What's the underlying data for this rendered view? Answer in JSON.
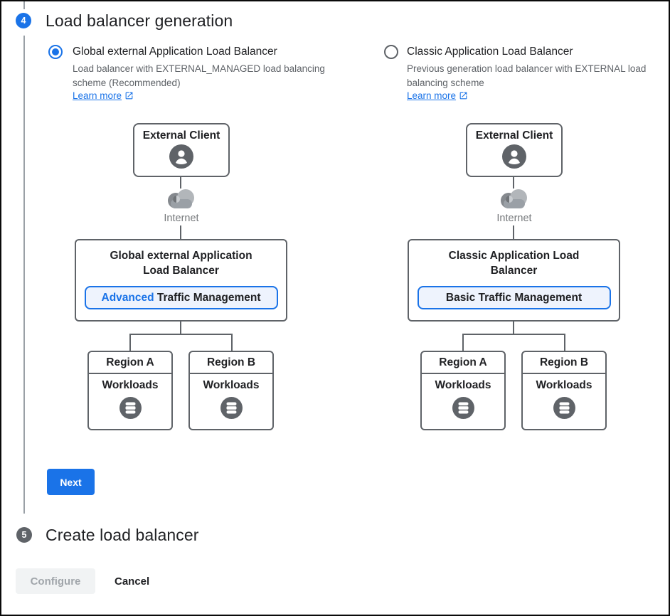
{
  "step4": {
    "number": "4",
    "title": "Load balancer generation"
  },
  "step5": {
    "number": "5",
    "title": "Create load balancer"
  },
  "options": [
    {
      "label": "Global external Application Load Balancer",
      "description": "Load balancer with EXTERNAL_MANAGED load balancing scheme (Recommended)",
      "learn_more_label": "Learn more",
      "state": "selected",
      "diagram": {
        "client_label": "External Client",
        "internet_label": "Internet",
        "lb_title": "Global external Application Load Balancer",
        "traffic_highlight": "Advanced",
        "traffic_rest": " Traffic Management",
        "region_a": "Region A",
        "region_b": "Region B",
        "workloads_a": "Workloads",
        "workloads_b": "Workloads"
      }
    },
    {
      "label": "Classic Application Load Balancer",
      "description": "Previous generation load balancer with EXTERNAL load balancing scheme",
      "learn_more_label": "Learn more",
      "state": "unselected",
      "diagram": {
        "client_label": "External Client",
        "internet_label": "Internet",
        "lb_title": "Classic Application Load Balancer",
        "traffic_highlight": "",
        "traffic_rest": "Basic Traffic Management",
        "region_a": "Region A",
        "region_b": "Region B",
        "workloads_a": "Workloads",
        "workloads_b": "Workloads"
      }
    }
  ],
  "buttons": {
    "next": "Next",
    "configure": "Configure",
    "configure_state": "disabled",
    "cancel": "Cancel"
  },
  "icons": {
    "radio_selected": "radio-checked-icon",
    "radio_unselected": "radio-unchecked-icon",
    "external_link": "external-link-icon",
    "person": "person-icon",
    "cloud": "cloud-icon",
    "database": "database-icon"
  },
  "colors": {
    "accent_blue": "#1a73e8",
    "step_active": "#1a73e8",
    "step_inactive": "#5f6368",
    "text_primary": "#202124",
    "text_secondary": "#5f6368",
    "diagram_border": "#5f6368",
    "pill_background": "#eef3fd",
    "disabled_button_bg": "#f1f3f4",
    "frame_border": "#0a0a0a"
  }
}
